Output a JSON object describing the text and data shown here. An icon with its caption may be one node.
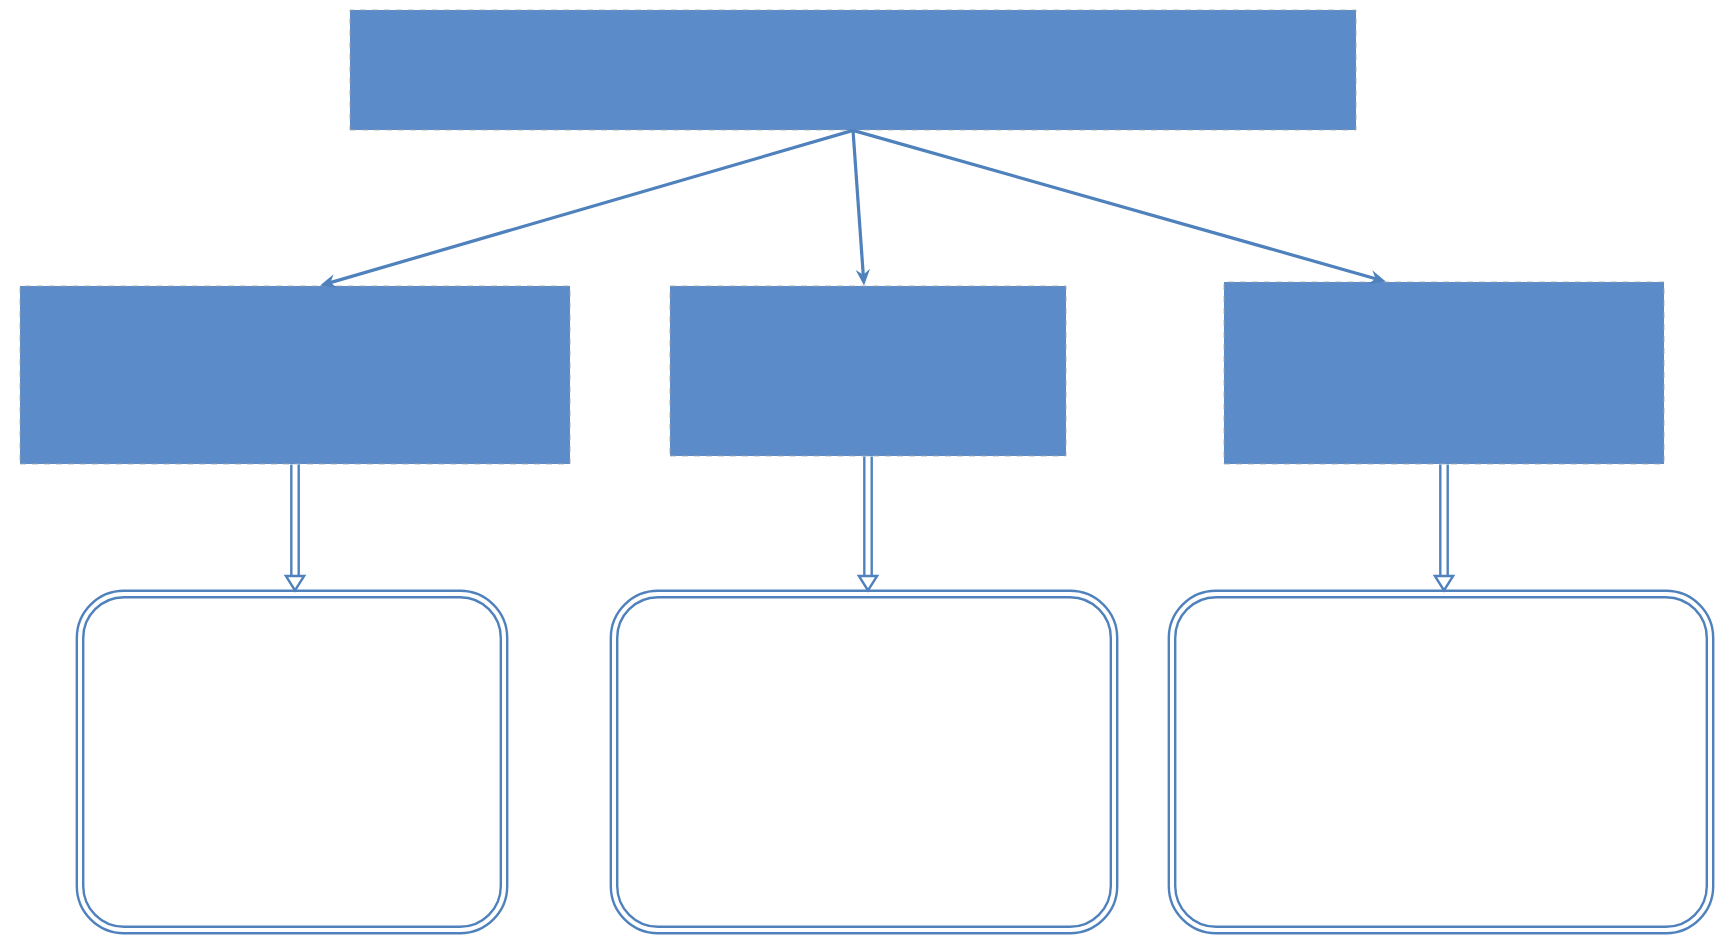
{
  "diagram": {
    "nodes": [
      {
        "text": [],
        "shape": "box"
      },
      {
        "text": [],
        "shape": "box"
      },
      {
        "text": [],
        "shape": "box"
      },
      {
        "text": [],
        "shape": "box"
      },
      {
        "text": [],
        "shape": "box"
      },
      {
        "text": [],
        "shape": "box"
      },
      {
        "text": [],
        "shape": "box"
      }
    ],
    "edges": [
      {
        "from": 0,
        "to": 1,
        "arrow": "to"
      },
      {
        "from": 0,
        "to": 2,
        "arrow": "to"
      },
      {
        "from": 0,
        "to": 3,
        "arrow": "to"
      },
      {
        "from": 1,
        "to": 4,
        "arrow": "to",
        "style": "thick"
      },
      {
        "from": 2,
        "to": 5,
        "arrow": "to",
        "style": "thick"
      },
      {
        "from": 3,
        "to": 6,
        "arrow": "to",
        "style": "thick"
      }
    ]
  }
}
